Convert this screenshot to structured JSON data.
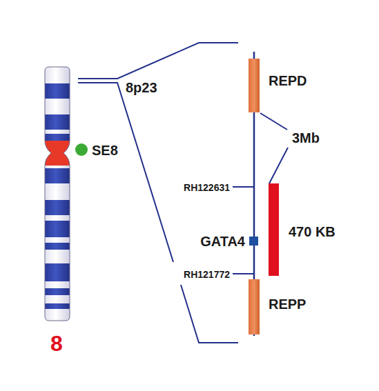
{
  "diagram": {
    "labels": [
      "8p23",
      "SE8",
      "8",
      "REPD",
      "3Mb",
      "RH122631",
      "GATA4",
      "470 KB",
      "RH121772",
      "REPP"
    ]
  }
}
